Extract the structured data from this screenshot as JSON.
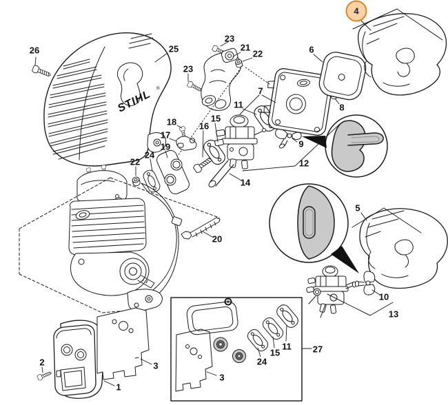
{
  "diagram": {
    "brand": "STIHL",
    "registered_mark": "®",
    "selected_callout": "4",
    "colors": {
      "background": "#ffffff",
      "line": "#1a1a1a",
      "highlight_border": "#dd8728",
      "highlight_fill": "#f8d3a5",
      "knob_fill": "#c9c9c9",
      "pointer_wedge": "#111111"
    }
  },
  "callouts": [
    {
      "text": "26",
      "highlighted": false
    },
    {
      "text": "25",
      "highlighted": false
    },
    {
      "text": "23",
      "highlighted": false
    },
    {
      "text": "21",
      "highlighted": false
    },
    {
      "text": "22",
      "highlighted": false
    },
    {
      "text": "23",
      "highlighted": false
    },
    {
      "text": "7",
      "highlighted": false
    },
    {
      "text": "11",
      "highlighted": false
    },
    {
      "text": "6",
      "highlighted": false
    },
    {
      "text": "8",
      "highlighted": false
    },
    {
      "text": "4",
      "highlighted": true
    },
    {
      "text": "18",
      "highlighted": false
    },
    {
      "text": "17",
      "highlighted": false
    },
    {
      "text": "15",
      "highlighted": false
    },
    {
      "text": "16",
      "highlighted": false
    },
    {
      "text": "19",
      "highlighted": false
    },
    {
      "text": "24",
      "highlighted": false
    },
    {
      "text": "22",
      "highlighted": false
    },
    {
      "text": "9",
      "highlighted": false
    },
    {
      "text": "12",
      "highlighted": false
    },
    {
      "text": "14",
      "highlighted": false
    },
    {
      "text": "20",
      "highlighted": false
    },
    {
      "text": "5",
      "highlighted": false
    },
    {
      "text": "10",
      "highlighted": false
    },
    {
      "text": "13",
      "highlighted": false
    },
    {
      "text": "2",
      "highlighted": false
    },
    {
      "text": "1",
      "highlighted": false
    },
    {
      "text": "3",
      "highlighted": false
    },
    {
      "text": "3",
      "highlighted": false
    },
    {
      "text": "24",
      "highlighted": false
    },
    {
      "text": "15",
      "highlighted": false
    },
    {
      "text": "11",
      "highlighted": false
    },
    {
      "text": "27",
      "highlighted": false
    }
  ]
}
